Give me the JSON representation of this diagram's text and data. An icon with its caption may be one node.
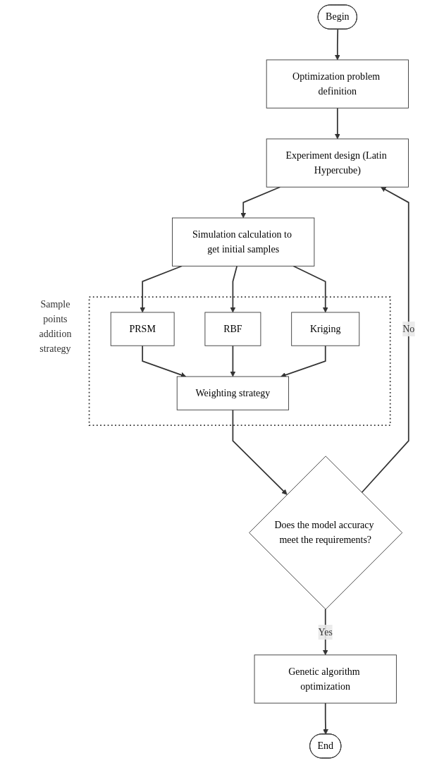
{
  "diagram": {
    "nodes": [
      {
        "text": [
          "Begin"
        ]
      },
      {
        "text": [
          "Optimization problem definition"
        ]
      },
      {
        "text": [
          "Experiment design (Latin Hypercube)"
        ]
      },
      {
        "text": [
          "Simulation calculation to get initial samples"
        ]
      },
      {
        "text": [
          "Sample points addition strategy"
        ]
      },
      {
        "text": [
          "PRSM"
        ],
        "in": 4
      },
      {
        "text": [
          "RBF"
        ],
        "in": 4
      },
      {
        "text": [
          "Kriging"
        ],
        "in": 4
      },
      {
        "text": [
          "Weighting strategy"
        ],
        "in": 4
      },
      {
        "text": [
          "Does the model accuracy meet the requirements?"
        ]
      },
      {
        "text": [
          "Genetic algorithm optimization"
        ]
      },
      {
        "text": [
          "End"
        ]
      }
    ],
    "edges": [
      {
        "from": 0,
        "to": 1,
        "arrow": "to"
      },
      {
        "from": 1,
        "to": 2,
        "arrow": "to"
      },
      {
        "from": 2,
        "to": 3,
        "arrow": "to"
      },
      {
        "from": 3,
        "to": 5,
        "arrow": "to"
      },
      {
        "from": 3,
        "to": 6,
        "arrow": "to"
      },
      {
        "from": 3,
        "to": 7,
        "arrow": "to"
      },
      {
        "from": 5,
        "to": 8,
        "arrow": "to"
      },
      {
        "from": 6,
        "to": 8,
        "arrow": "to"
      },
      {
        "from": 7,
        "to": 8,
        "arrow": "to"
      },
      {
        "from": 8,
        "to": 9,
        "arrow": "to"
      },
      {
        "from": 9,
        "to": 2,
        "label": "No",
        "arrow": "to"
      },
      {
        "from": 9,
        "to": 10,
        "label": "Yes",
        "arrow": "to"
      },
      {
        "from": 10,
        "to": 11,
        "arrow": "to"
      }
    ]
  }
}
